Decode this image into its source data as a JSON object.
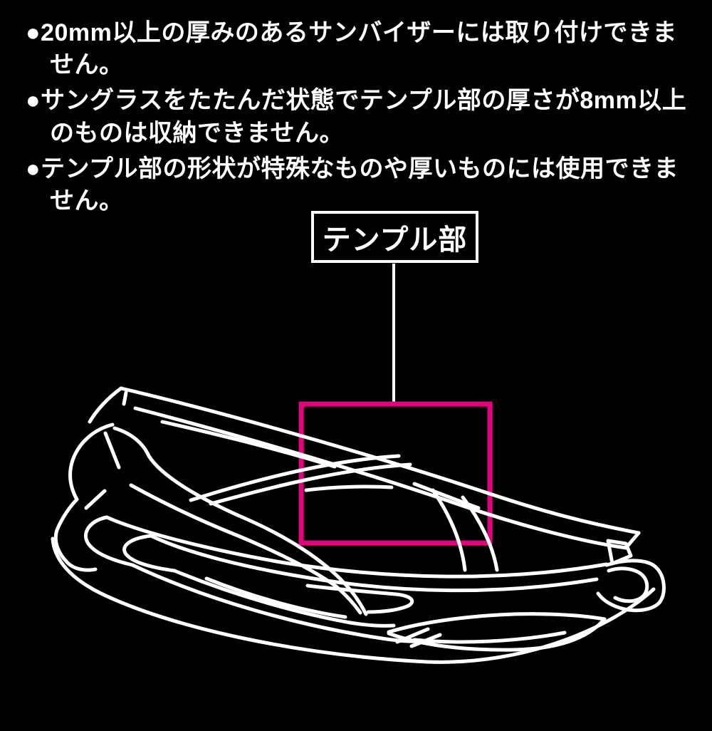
{
  "colors": {
    "background": "#000000",
    "line": "#ffffff",
    "text": "#ffffff",
    "highlight": "#e5007e"
  },
  "notes": {
    "items": [
      {
        "text": "●20mm以上の厚みのあるサンバイザーには取り付けできません。"
      },
      {
        "text": "●サングラスをたたんだ状態でテンプル部の厚さが8mm以上のものは収納できません。"
      },
      {
        "text": "●テンプル部の形状が特殊なものや厚いものには使用できません。"
      }
    ]
  },
  "callout": {
    "label": "テンプル部"
  },
  "illustration": {
    "name": "folded-sunglasses-line-art"
  }
}
